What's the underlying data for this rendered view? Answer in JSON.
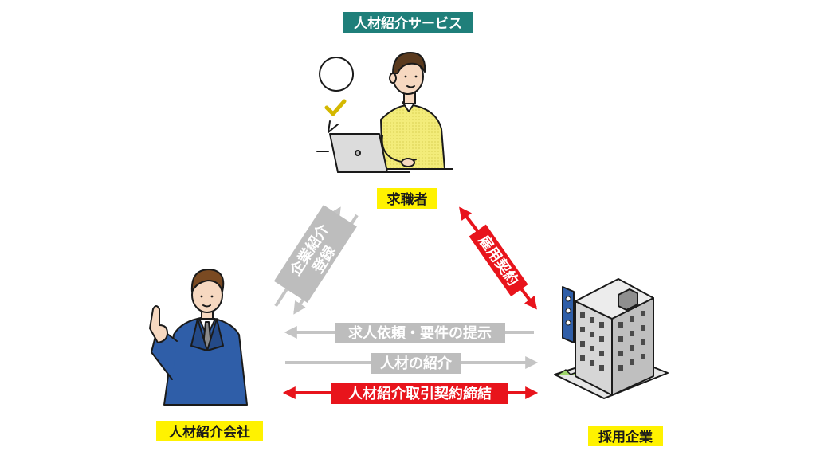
{
  "title": "人材紹介サービス",
  "nodes": {
    "job_seeker": "求職者",
    "agency": "人材紹介会社",
    "employer": "採用企業"
  },
  "edges": {
    "seeker_agency_line1": "企業紹介",
    "seeker_agency_line2": "登録",
    "employment_contract": "雇用契約",
    "job_request": "求人依頼・要件の提示",
    "talent_intro": "人材の紹介",
    "agency_contract": "人材紹介取引契約締結"
  },
  "colors": {
    "title_bg": "#1f7f7a",
    "node_label_bg": "#fff200",
    "gray_arrow": "#c4c4c4",
    "gray_label_bg": "#bdbdbd",
    "red_arrow": "#e8141c",
    "red_label_bg": "#e8141c",
    "seeker_sweater": "#f3ec7a",
    "agency_suit": "#2f5ea8",
    "building_gray": "#d6d6d6"
  },
  "icons": [
    "checkmark-speech-bubble-icon",
    "laptop-icon"
  ]
}
